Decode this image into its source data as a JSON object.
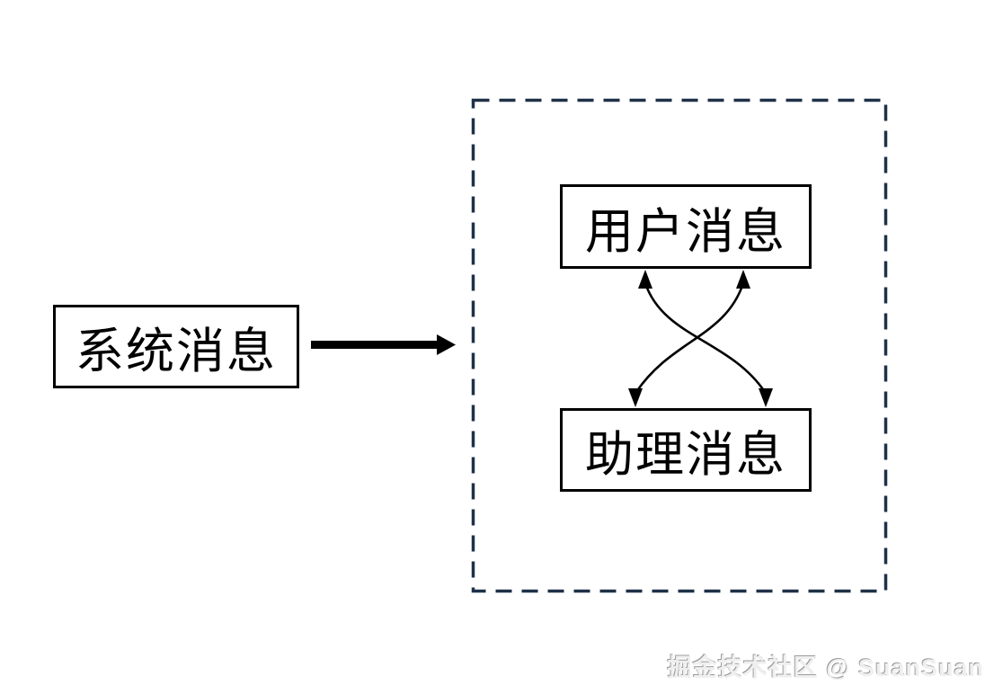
{
  "diagram": {
    "title": "message-roles-diagram",
    "left_box": {
      "label": "系统消息"
    },
    "dashed_container": {
      "top_box": {
        "label": "用户消息"
      },
      "bottom_box": {
        "label": "助理消息"
      },
      "relationship": "bidirectional-exchange"
    },
    "colors": {
      "background": "#ffffff",
      "box_border": "#000000",
      "box_fill": "#ffffff",
      "text": "#000000",
      "arrow": "#000000",
      "dashed_border": "#1f3148"
    }
  },
  "watermark": {
    "text": "掘金技术社区 @ SuanSuan"
  }
}
